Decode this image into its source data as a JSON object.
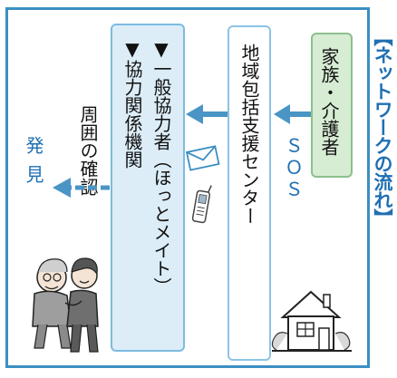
{
  "title": "【ネットワークの流れ】",
  "family_box": {
    "label": "家族・介護者"
  },
  "sos_label": "ＳＯＳ",
  "center_box": {
    "label": "地域包括支援センター"
  },
  "partner_box": {
    "line1": "▼一般協力者（ほっとメイト）",
    "line2": "▼協力関係機関"
  },
  "check_label": "周囲の確認",
  "found_label": "発見",
  "colors": {
    "frame": "#3b8fc2",
    "arrow": "#4a95c5",
    "family_fill": "#d6ecd3",
    "partner_fill": "#dcedf7",
    "title_text": "#1f6fb3"
  },
  "icons": [
    "envelope-icon",
    "mobile-phone-icon",
    "house-icon",
    "elderly-couple-illustration"
  ]
}
